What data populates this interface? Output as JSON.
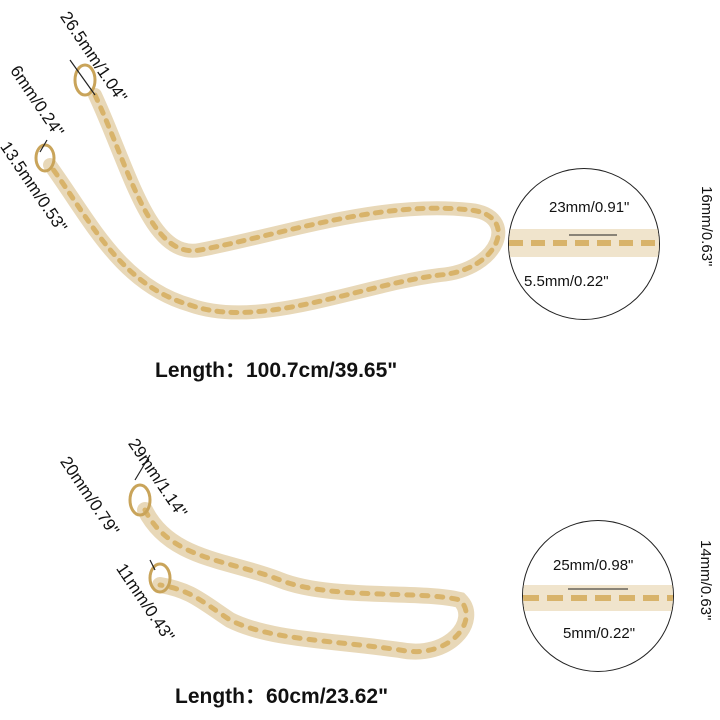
{
  "top_chain": {
    "clasp_length": "26.5mm/1.04\"",
    "ring_size": "6mm/0.24\"",
    "end_size": "13.5mm/0.53\"",
    "length_label": "Length：",
    "length_value": "100.7cm/39.65\"",
    "detail": {
      "link_length": "23mm/0.91\"",
      "thickness": "5.5mm/0.22\"",
      "width": "16mm/0.63\""
    }
  },
  "bottom_chain": {
    "clasp_length": "29mm/1.14\"",
    "ring_size": "20mm/0.79\"",
    "end_size": "11mm/0.43\"",
    "length_label": "Length：",
    "length_value": "60cm/23.62\"",
    "detail": {
      "link_length": "25mm/0.98\"",
      "thickness": "5mm/0.22\"",
      "width": "14mm/0.63\""
    }
  },
  "colors": {
    "chain": "#eadcc0",
    "gold": "#d8b36a"
  }
}
